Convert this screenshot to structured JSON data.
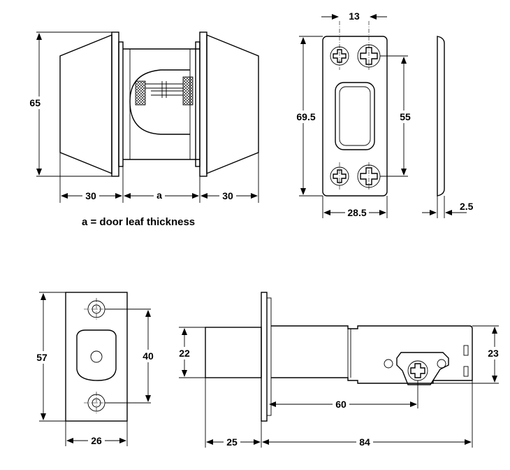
{
  "dimensions": {
    "deadbolt_height": "65",
    "left_knob_width": "30",
    "door_thickness_symbol": "a",
    "right_knob_width": "30",
    "strike_hole_spacing_top": "13",
    "strike_height": "69.5",
    "strike_hole_distance": "55",
    "strike_width": "28.5",
    "strike_thickness": "2.5",
    "faceplate_height": "57",
    "faceplate_hole_distance": "40",
    "faceplate_width": "26",
    "bolt_height": "22",
    "backset_distance": "60",
    "latch_height": "23",
    "bolt_projection": "25",
    "latch_length": "84"
  },
  "caption": "a = door leaf thickness"
}
